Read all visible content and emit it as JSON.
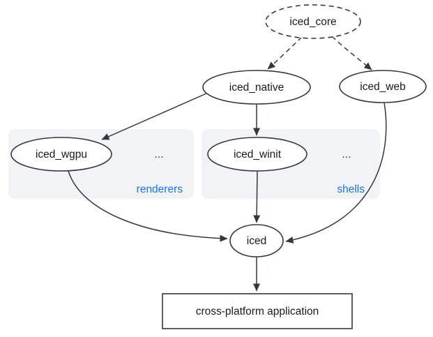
{
  "diagram": {
    "colors": {
      "accent": "#1a73e8",
      "stroke": "#33383f",
      "group_fill": "#f2f3f5"
    },
    "nodes": {
      "iced_core": {
        "label": "iced_core"
      },
      "iced_native": {
        "label": "iced_native"
      },
      "iced_web": {
        "label": "iced_web"
      },
      "iced_wgpu": {
        "label": "iced_wgpu"
      },
      "iced_winit": {
        "label": "iced_winit"
      },
      "iced": {
        "label": "iced"
      },
      "application": {
        "label": "cross-platform application"
      }
    },
    "groups": {
      "renderers": {
        "label": "renderers",
        "ellipsis": "..."
      },
      "shells": {
        "label": "shells",
        "ellipsis": "..."
      }
    },
    "edges": [
      {
        "from": "iced_core",
        "to": "iced_native",
        "style": "dashed"
      },
      {
        "from": "iced_core",
        "to": "iced_web",
        "style": "dashed"
      },
      {
        "from": "iced_native",
        "to": "iced_wgpu",
        "style": "solid"
      },
      {
        "from": "iced_native",
        "to": "iced_winit",
        "style": "solid"
      },
      {
        "from": "iced_wgpu",
        "to": "iced",
        "style": "solid"
      },
      {
        "from": "iced_winit",
        "to": "iced",
        "style": "solid"
      },
      {
        "from": "iced_web",
        "to": "iced",
        "style": "solid"
      },
      {
        "from": "iced",
        "to": "application",
        "style": "solid"
      }
    ]
  }
}
